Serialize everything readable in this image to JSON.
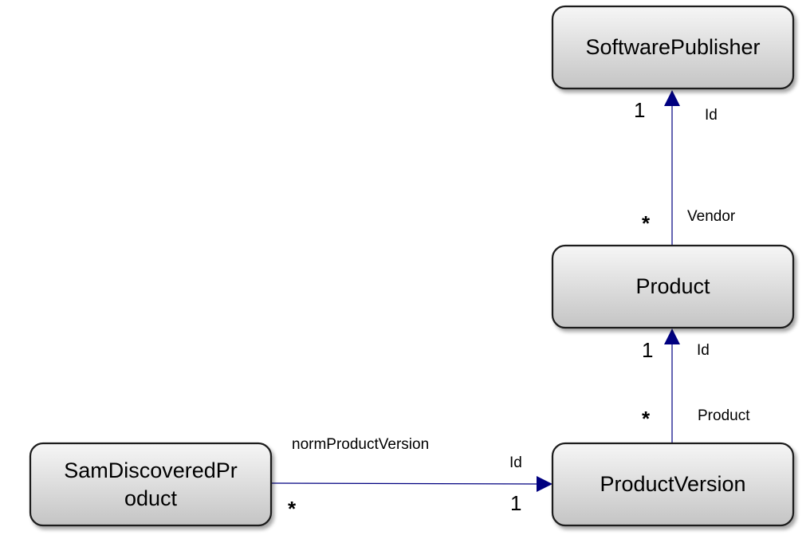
{
  "diagram": {
    "entities": {
      "software_publisher": "SoftwarePublisher",
      "product": "Product",
      "product_version": "ProductVersion",
      "sam_discovered_product_line1": "SamDiscoveredPr",
      "sam_discovered_product_line2": "oduct"
    },
    "relations": {
      "product_to_publisher": {
        "source_role": "Vendor",
        "target_role": "Id",
        "source_multiplicity": "*",
        "target_multiplicity": "1"
      },
      "version_to_product": {
        "source_role": "Product",
        "target_role": "Id",
        "source_multiplicity": "*",
        "target_multiplicity": "1"
      },
      "discovered_to_version": {
        "source_role": "normProductVersion",
        "target_role": "Id",
        "source_multiplicity": "*",
        "target_multiplicity": "1"
      }
    },
    "colors": {
      "connector": "#000080",
      "box_border": "#1a1a1a",
      "box_fill_top": "#f6f6f6",
      "box_fill_bottom": "#c4c4c4"
    }
  }
}
